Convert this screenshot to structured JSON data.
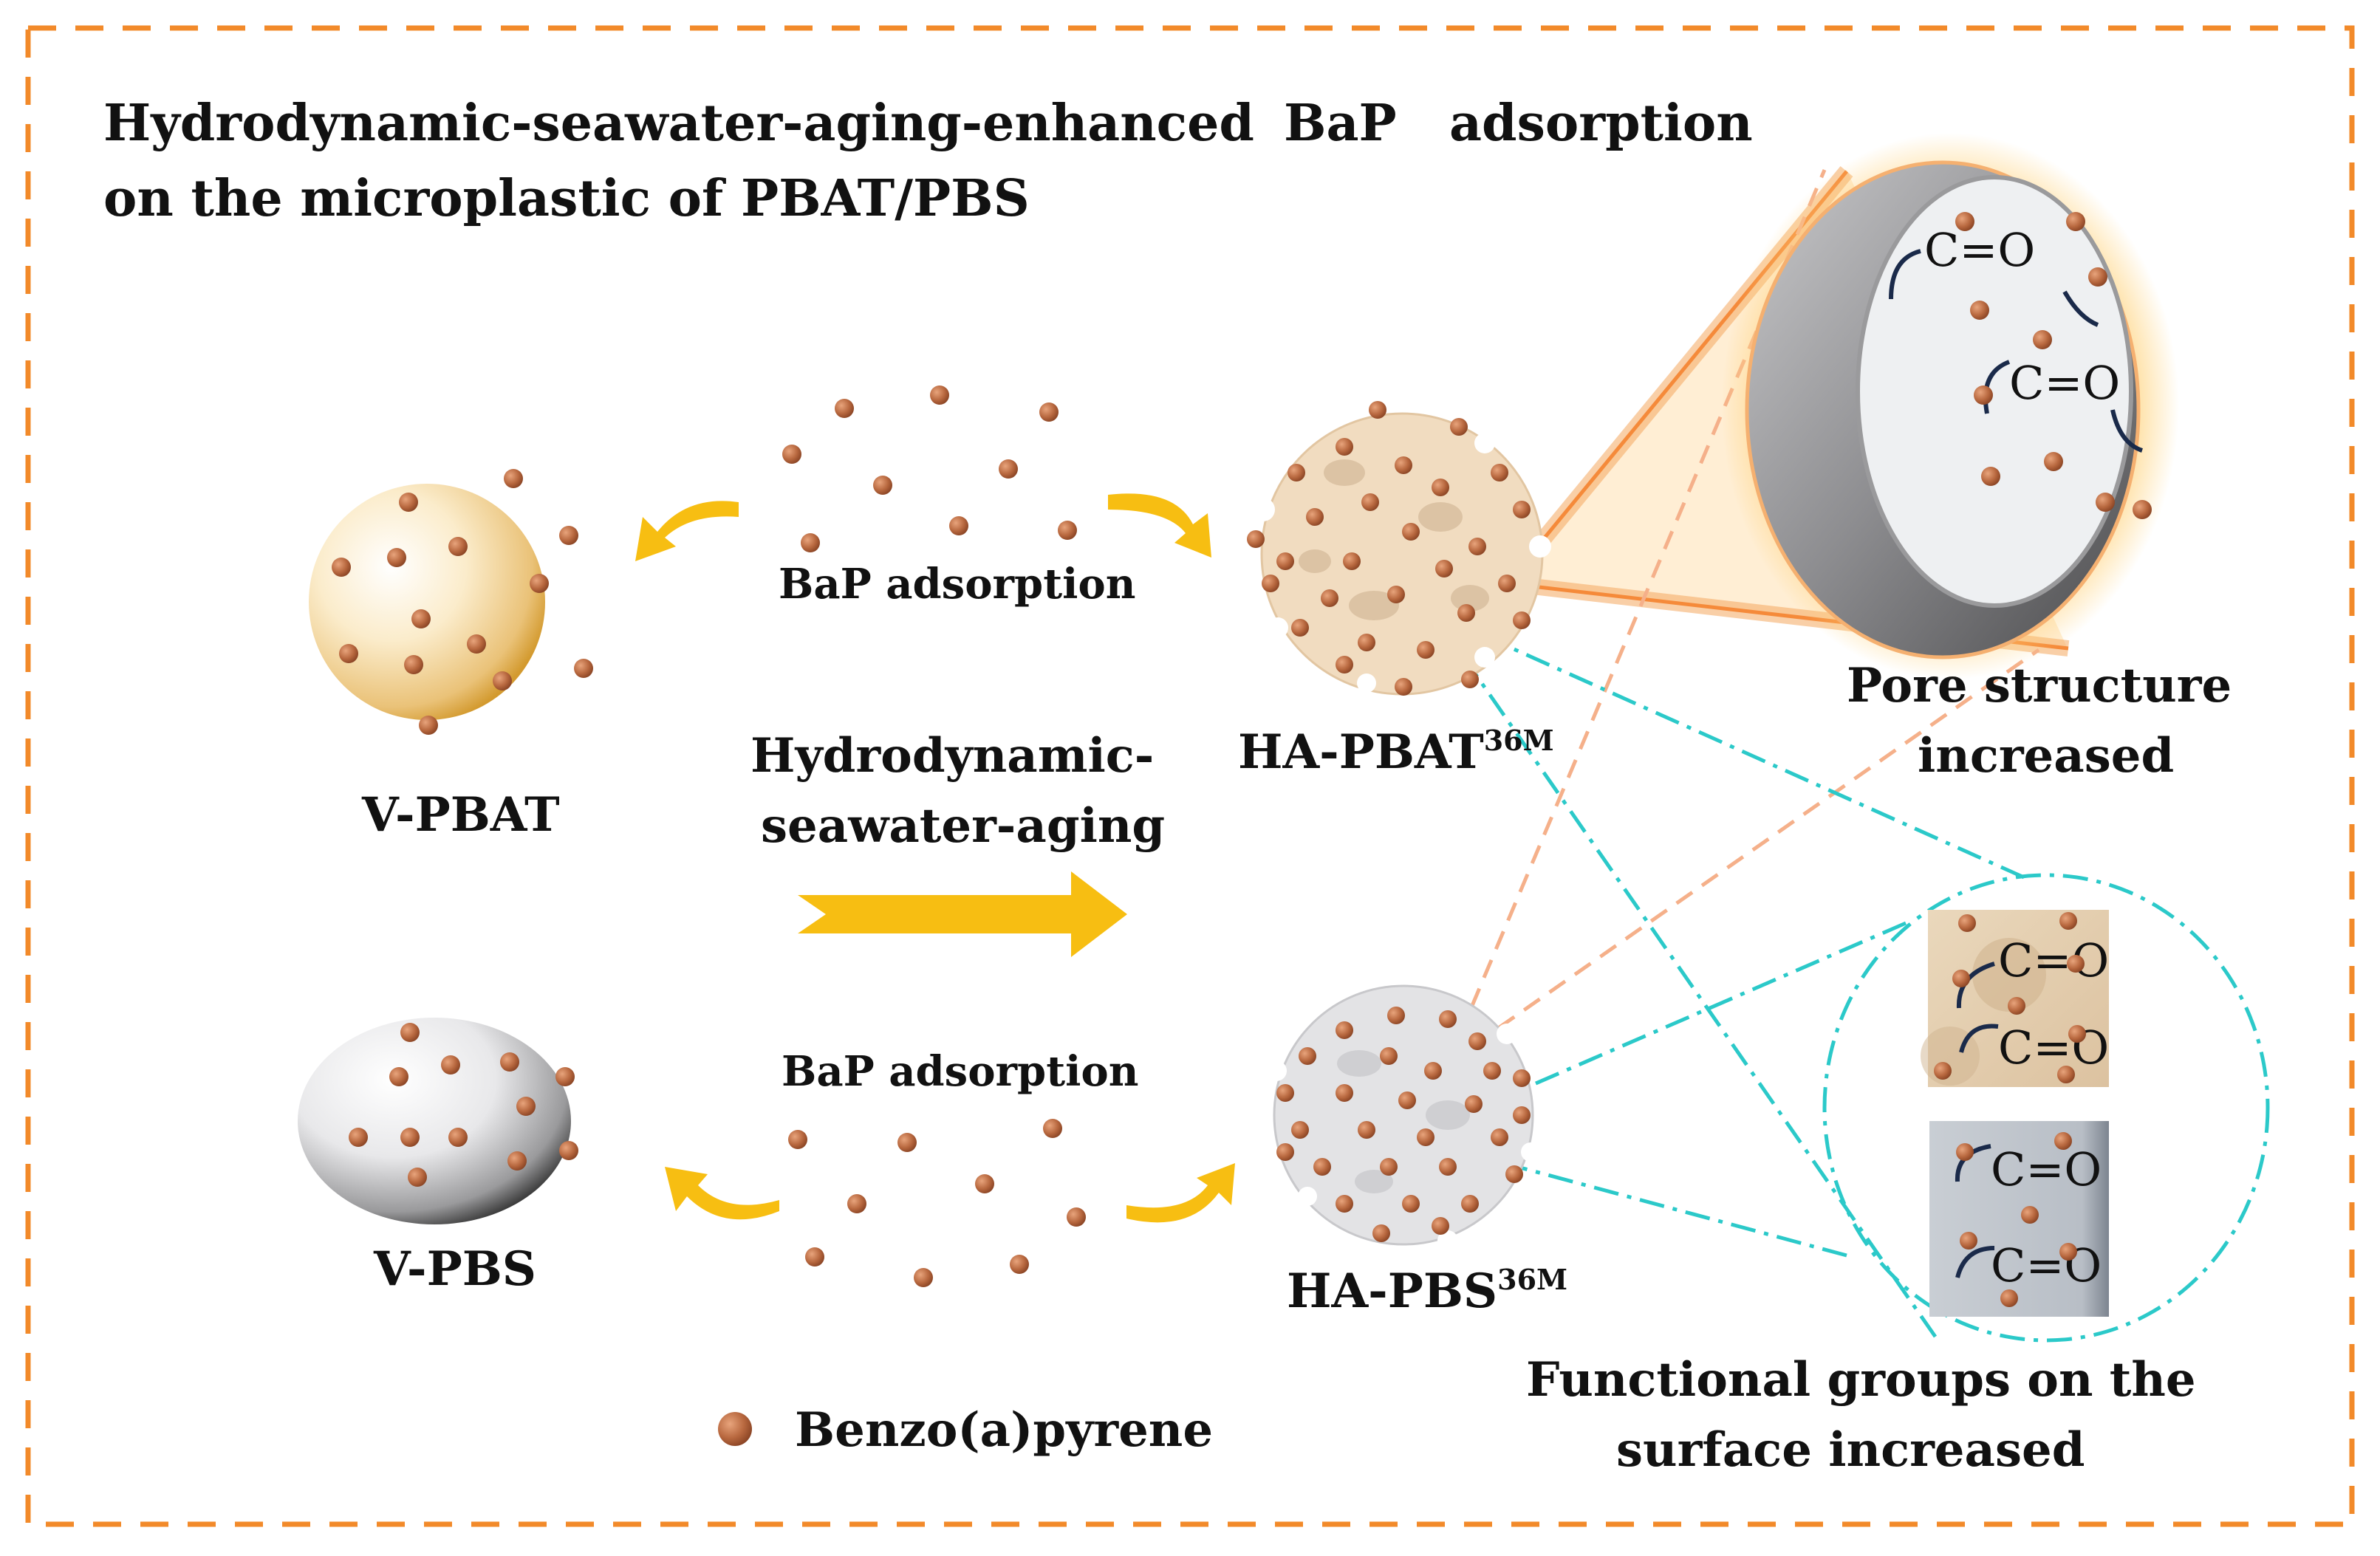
{
  "title": {
    "line1_part1": "Hydrodynamic-seawater-aging-enhanced",
    "line1_part2": "BaP",
    "line1_part3": "adsorption",
    "line2": "on the microplastic of PBAT/PBS"
  },
  "labels": {
    "bap_adsorption_top": "BaP adsorption",
    "bap_adsorption_bottom": "BaP adsorption",
    "v_pbat": "V-PBAT",
    "v_pbs": "V-PBS",
    "ha_pbat_base": "HA-PBAT",
    "ha_pbat_sup": "36M",
    "ha_pbs_base": "HA-PBS",
    "ha_pbs_sup": "36M",
    "process_line1": "Hydrodynamic-",
    "process_line2": "seawater-aging",
    "pore_line1": "Pore structure",
    "pore_line2": "increased",
    "func_line1": "Functional groups on the",
    "func_line2": "surface increased",
    "carbonyl": "C=O"
  },
  "legend": {
    "benzo": "Benzo(a)pyrene"
  },
  "colors": {
    "border": "#f28a2a",
    "bap_particle": "#b86a46",
    "pbat_fill": "#f2d9a0",
    "pbat_edge": "#d9a53a",
    "pbs_edge": "#4a4a4a",
    "arrow": "#f7be12",
    "orange_dash": "#f5b08a",
    "teal_dash": "#2bc9c9",
    "bond": "#1a2a4a"
  }
}
